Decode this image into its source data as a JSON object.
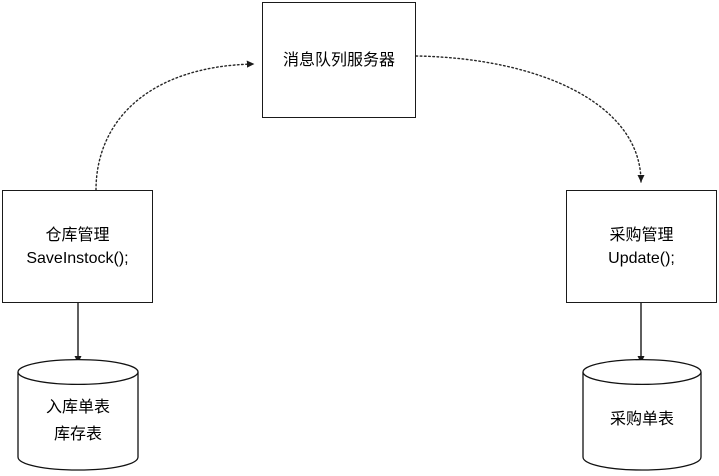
{
  "diagram": {
    "title": "",
    "colors": {
      "stroke": "#1a1a1a",
      "fill": "#ffffff",
      "text": "#000000",
      "dotted_stroke": "#333333"
    },
    "nodes": {
      "mq_server": {
        "label": "消息队列服务器",
        "shape": "rectangle"
      },
      "warehouse": {
        "label": "仓库管理",
        "method": "SaveInstock();",
        "shape": "rectangle"
      },
      "purchase": {
        "label": "采购管理",
        "method": "Update();",
        "shape": "rectangle"
      },
      "instock_db": {
        "line1": "入库单表",
        "line2": "库存表",
        "shape": "cylinder"
      },
      "purchase_db": {
        "line1": "采购单表",
        "shape": "cylinder"
      }
    },
    "edges": [
      {
        "name": "warehouse-to-mq",
        "from": "warehouse",
        "to": "mq_server",
        "style": "dotted",
        "label": ""
      },
      {
        "name": "mq-to-purchase",
        "from": "mq_server",
        "to": "purchase",
        "style": "dotted",
        "label": ""
      },
      {
        "name": "warehouse-to-instock-db",
        "from": "warehouse",
        "to": "instock_db",
        "style": "solid",
        "label": ""
      },
      {
        "name": "purchase-to-purchase-db",
        "from": "purchase",
        "to": "purchase_db",
        "style": "solid",
        "label": ""
      }
    ]
  }
}
